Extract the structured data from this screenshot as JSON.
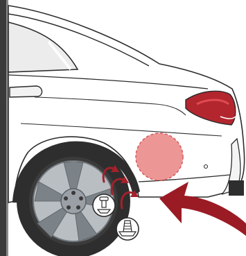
{
  "illustration": {
    "subject": "rear-quarter-of-white-car",
    "parts": [
      "car-body",
      "rear-side-window",
      "door-handle",
      "tail-light",
      "rear-wheel",
      "wheel-arch-liner",
      "trim-clips",
      "highlight-zone",
      "pointer-arrow"
    ],
    "clip_count": 2,
    "icons": [
      "push-clip-icon",
      "screw-clip-icon",
      "rotation-arrow-icon"
    ],
    "colors": {
      "body": "#ffffff",
      "outline": "#2b2b2b",
      "window": "#ececec",
      "tail_light": "#b3262e",
      "tire": "#2e2e2e",
      "rim": "#9aa0a6",
      "highlight": "#e57373",
      "arrow": "#9b1b24",
      "pillar": "#3a3a3a"
    }
  }
}
